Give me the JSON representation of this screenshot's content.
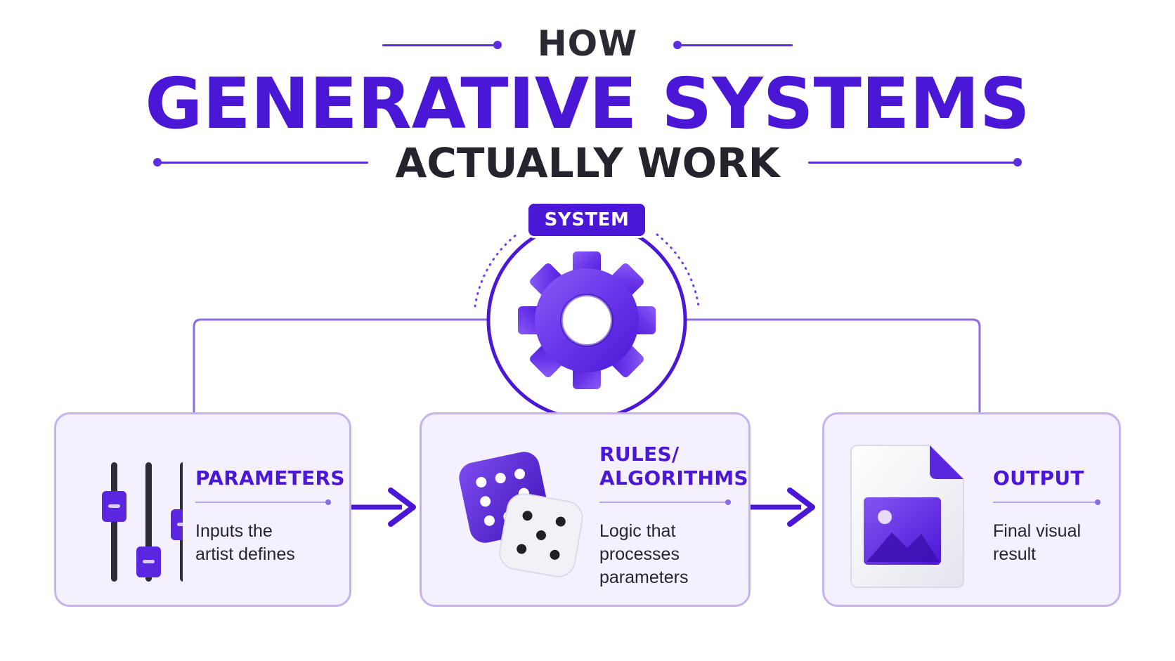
{
  "title": {
    "line1": "HOW",
    "line2": "GENERATIVE SYSTEMS",
    "line3": "ACTUALLY WORK"
  },
  "system": {
    "badge": "SYSTEM",
    "icon": "gear-icon"
  },
  "steps": [
    {
      "title": "PARAMETERS",
      "description": "Inputs the\nartist defines",
      "icon": "sliders-icon"
    },
    {
      "title": "RULES/\nALGORITHMS",
      "description": "Logic that\nprocesses\nparameters",
      "icon": "dice-icon"
    },
    {
      "title": "OUTPUT",
      "description": "Final visual\nresult",
      "icon": "image-file-icon"
    }
  ],
  "colors": {
    "primary": "#4b17d6",
    "accent": "#6a3df0",
    "card_bg": "#f4f0fd",
    "card_border": "#c4b3ef",
    "dark_text": "#24242c"
  }
}
